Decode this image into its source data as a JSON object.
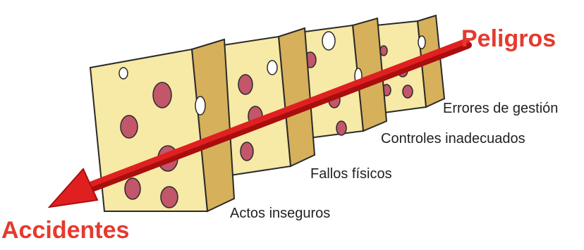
{
  "colors": {
    "cheese_face": "#f7e9a6",
    "cheese_side": "#d6b05a",
    "cheese_outline": "#2a2a2a",
    "hole_fill": "#c2566a",
    "hole_inner": "#f2dcb0",
    "arrow": "#e02020",
    "arrow_dark": "#a80e0e",
    "heading": "#e53a2e",
    "text": "#222222"
  },
  "diagram": {
    "hazard_label": "Peligros",
    "accident_label": "Accidentes",
    "layers": [
      {
        "label": "Errores de gestión"
      },
      {
        "label": "Controles inadecuados"
      },
      {
        "label": "Fallos físicos"
      },
      {
        "label": "Actos inseguros"
      }
    ]
  }
}
